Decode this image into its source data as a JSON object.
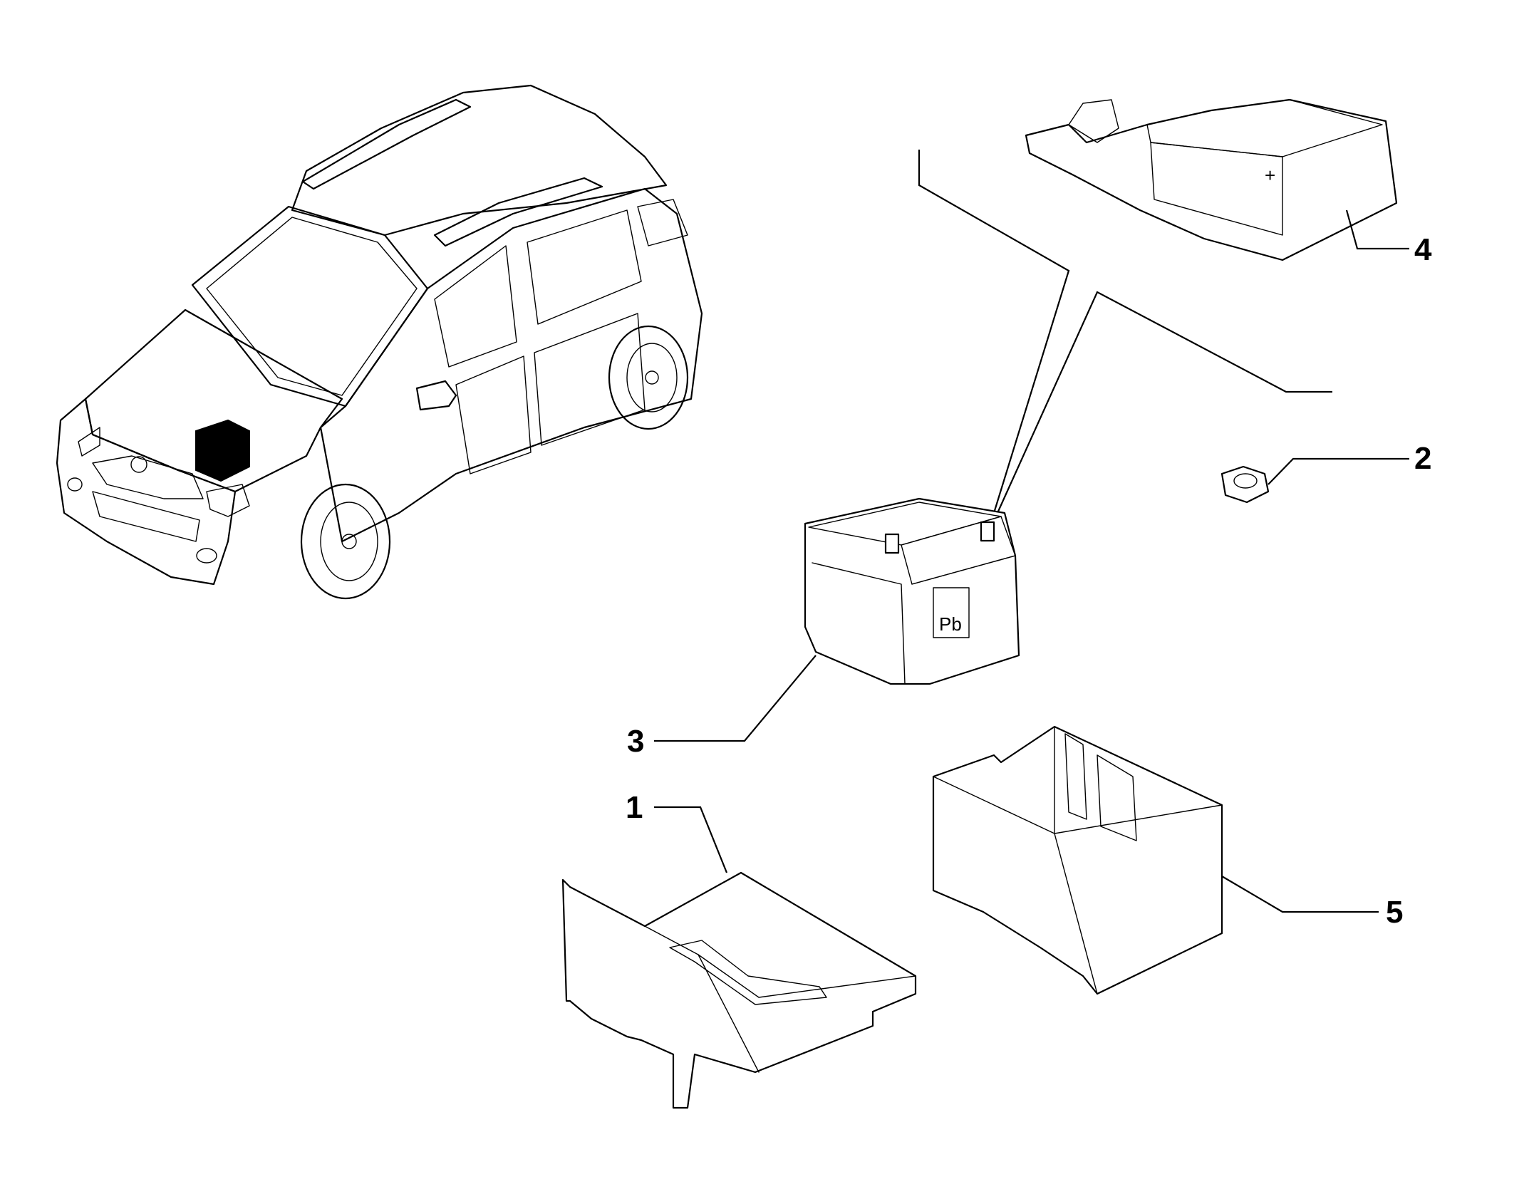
{
  "callouts": {
    "c1": "1",
    "c2": "2",
    "c3": "3",
    "c4": "4",
    "c5": "5"
  },
  "battery": {
    "marking": "Pb"
  },
  "icons": {
    "vehicle": "car-illustration",
    "plus": "plus-symbol-icon",
    "recycle": "recycle-bin-icon"
  },
  "colors": {
    "ink": "#000000",
    "paper": "#ffffff"
  }
}
